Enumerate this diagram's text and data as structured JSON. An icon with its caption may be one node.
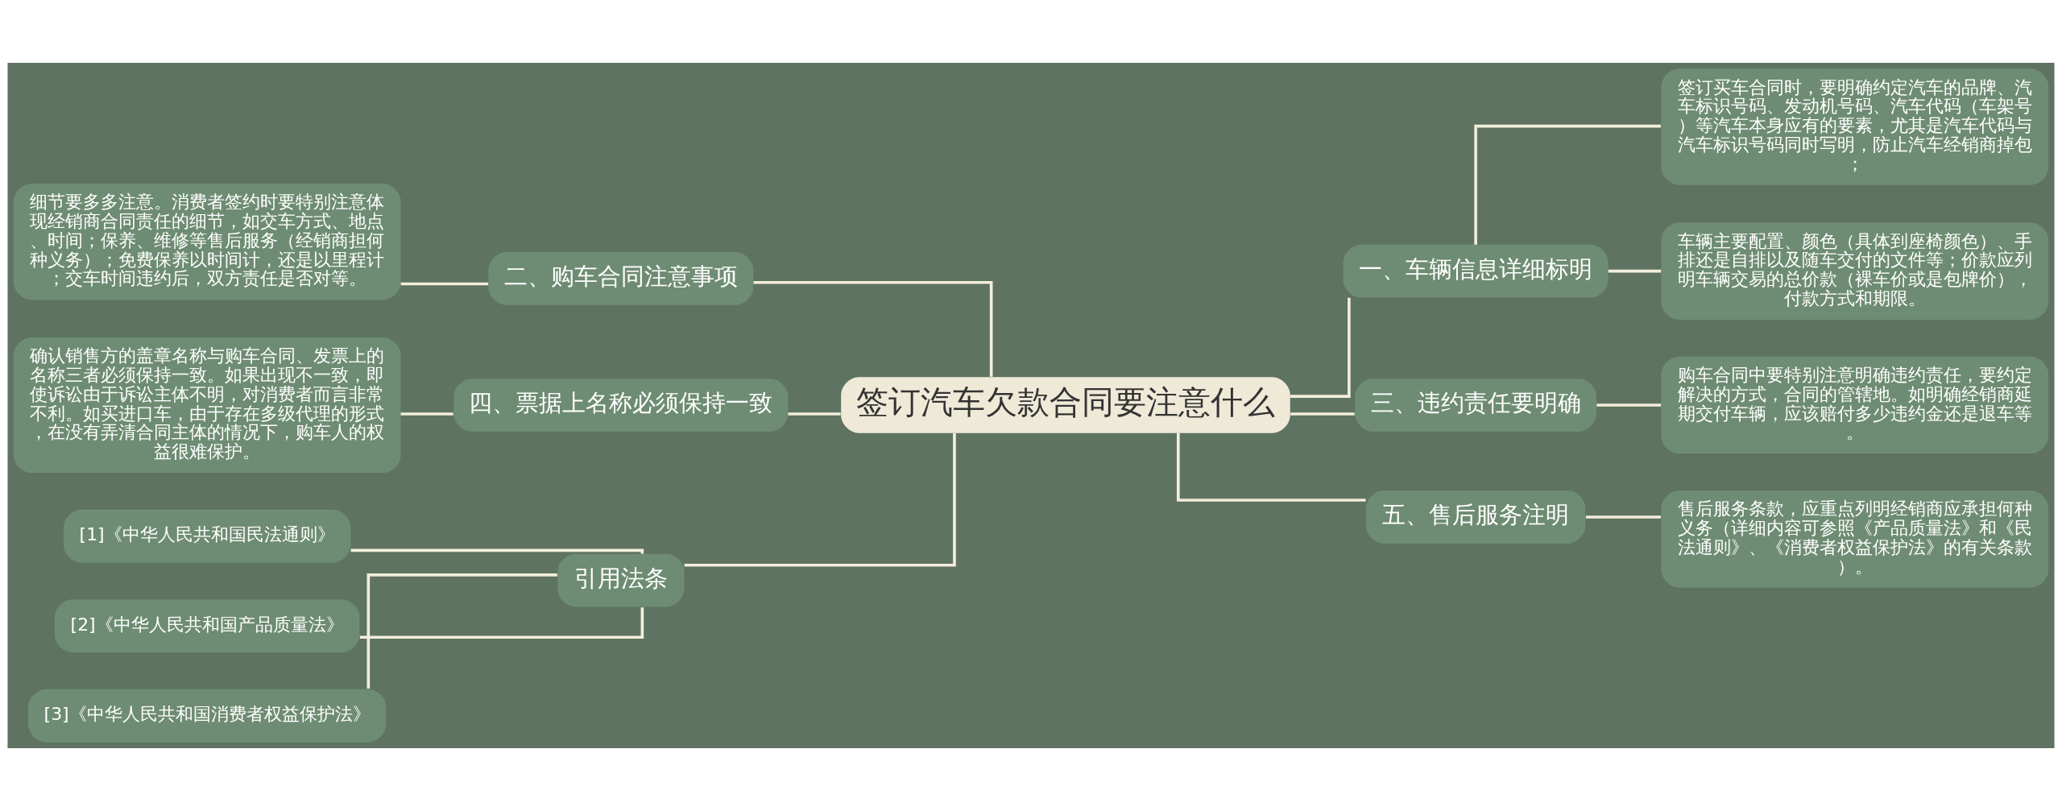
{
  "diagram": {
    "nodes": [
      {
        "text": [
          "签订汽车欠款合同要注意什么"
        ]
      },
      {
        "text": [
          "二、购车合同注意事项"
        ]
      },
      {
        "text": [
          "细节要多多注意。消费者签约时要特别注意体现经销商合同责任的细节，如交车方式、地点、时间；保养、维修等售后服务（经销商担何种义务）；免费保养以时间计，还是以里程计；交车时间违约后，双方责任是否对等。"
        ]
      },
      {
        "text": [
          "四、票据上名称必须保持一致"
        ]
      },
      {
        "text": [
          "确认销售方的盖章名称与购车合同、发票上的名称三者必须保持一致。如果出现不一致，即使诉讼由于诉讼主体不明，对消费者而言非常不利。如买进口车，由于存在多级代理的形式，在没有弄清合同主体的情况下，购车人的权益很难保护。"
        ]
      },
      {
        "text": [
          "引用法条"
        ]
      },
      {
        "text": [
          "[1]《中华人民共和国民法通则》"
        ]
      },
      {
        "text": [
          "[2]《中华人民共和国产品质量法》"
        ]
      },
      {
        "text": [
          "[3]《中华人民共和国消费者权益保护法》"
        ]
      },
      {
        "text": [
          "一、车辆信息详细标明"
        ]
      },
      {
        "text": [
          "签订买车合同时，要明确约定汽车的品牌、汽车标识号码、发动机号码、汽车代码（车架号）等汽车本身应有的要素，尤其是汽车代码与汽车标识号码同时写明，防止汽车经销商掉包；"
        ]
      },
      {
        "text": [
          "车辆主要配置、颜色（具体到座椅颜色）、手排还是自排以及随车交付的文件等；价款应列明车辆交易的总价款（裸车价或是包牌价），付款方式和期限。"
        ]
      },
      {
        "text": [
          "三、违约责任要明确"
        ]
      },
      {
        "text": [
          "购车合同中要特别注意明确违约责任，要约定解决的方式，合同的管辖地。如明确经销商延期交付车辆，应该赔付多少违约金还是退车等。"
        ]
      },
      {
        "text": [
          "五、售后服务注明"
        ]
      },
      {
        "text": [
          "售后服务条款，应重点列明经销商应承担何种义务（详细内容可参照《产品质量法》和《民法通则》、《消费者权益保护法》的有关条款）。"
        ]
      }
    ],
    "edges": [
      {
        "from": 0,
        "to": 1,
        "arrow": "none"
      },
      {
        "from": 1,
        "to": 2,
        "arrow": "none"
      },
      {
        "from": 0,
        "to": 3,
        "arrow": "none"
      },
      {
        "from": 3,
        "to": 4,
        "arrow": "none"
      },
      {
        "from": 0,
        "to": 5,
        "arrow": "none"
      },
      {
        "from": 5,
        "to": 6,
        "arrow": "none"
      },
      {
        "from": 5,
        "to": 7,
        "arrow": "none"
      },
      {
        "from": 5,
        "to": 8,
        "arrow": "none"
      },
      {
        "from": 0,
        "to": 9,
        "arrow": "none"
      },
      {
        "from": 9,
        "to": 10,
        "arrow": "none"
      },
      {
        "from": 9,
        "to": 11,
        "arrow": "none"
      },
      {
        "from": 0,
        "to": 12,
        "arrow": "none"
      },
      {
        "from": 12,
        "to": 13,
        "arrow": "none"
      },
      {
        "from": 0,
        "to": 14,
        "arrow": "none"
      },
      {
        "from": 14,
        "to": 15,
        "arrow": "none"
      }
    ]
  }
}
